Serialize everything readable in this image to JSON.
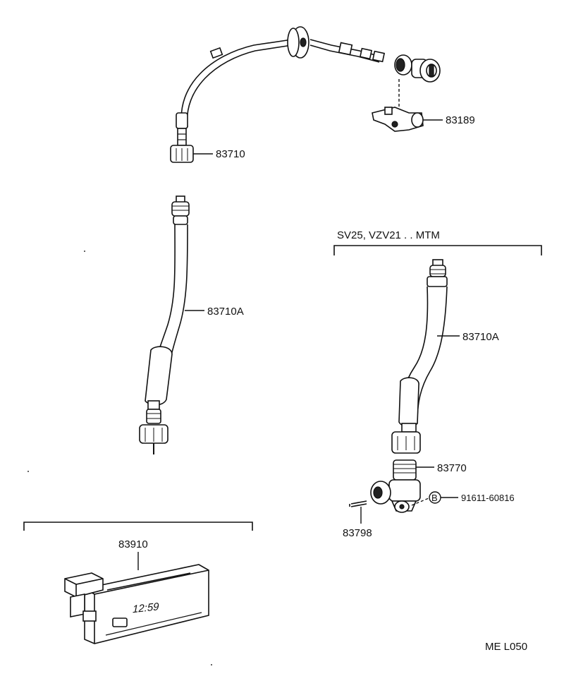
{
  "callouts": {
    "p83189": "83189",
    "p83710": "83710",
    "p83710a_left": "83710A",
    "p83710a_right": "83710A",
    "p83770": "83770",
    "p91611": "91611-60816",
    "p83798": "83798",
    "p83910": "83910"
  },
  "variant_label": "SV25, VZV21 . . MTM",
  "bolt_symbol": "B",
  "clock_display": "12:59",
  "diagram_code": "ME  L050"
}
